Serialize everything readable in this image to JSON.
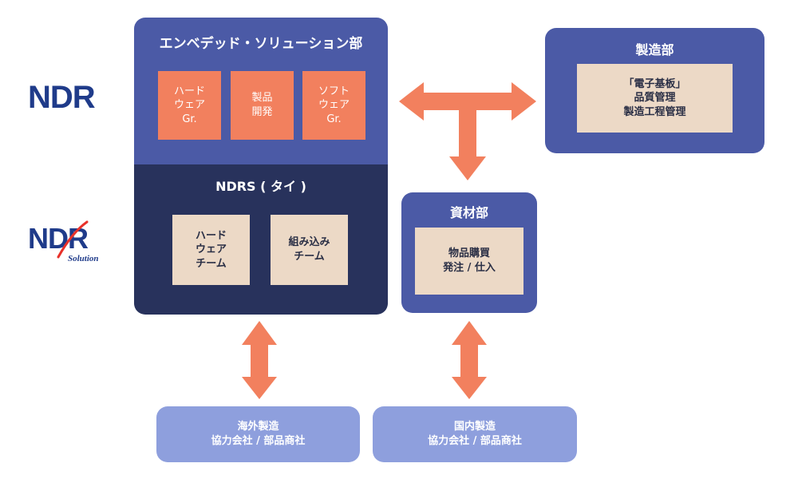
{
  "logos": {
    "ndr": "NDR",
    "ndr_solution": "NDR",
    "ndr_solution_sub": "Solution"
  },
  "embedded": {
    "title": "エンベデッド・ソリューション部",
    "groups": [
      {
        "lines": [
          "ハード",
          "ウェア",
          "Gr."
        ]
      },
      {
        "lines": [
          "製品",
          "開発"
        ]
      },
      {
        "lines": [
          "ソフト",
          "ウェア",
          "Gr."
        ]
      }
    ],
    "ndrs_title": "NDRS ( タイ )",
    "teams": [
      {
        "lines": [
          "ハード",
          "ウェア",
          "チーム"
        ]
      },
      {
        "lines": [
          "組み込み",
          "チーム"
        ]
      }
    ]
  },
  "manufacturing": {
    "title": "製造部",
    "lines": [
      "「電子基板」",
      "品質管理",
      "製造工程管理"
    ]
  },
  "materials": {
    "title": "資材部",
    "lines": [
      "物品購買",
      "発注 / 仕入"
    ]
  },
  "overseas": {
    "lines": [
      "海外製造",
      "協力会社 / 部品商社"
    ]
  },
  "domestic": {
    "lines": [
      "国内製造",
      "協力会社 / 部品商社"
    ]
  },
  "colors": {
    "arrow": "#f2805e",
    "dept_blue": "#4b5aa6",
    "dept_navy": "#28325c",
    "light_blue": "#8e9fdd",
    "beige": "#ecd9c6",
    "logo_blue": "#1f3b8a",
    "logo_red": "#e8312a"
  }
}
